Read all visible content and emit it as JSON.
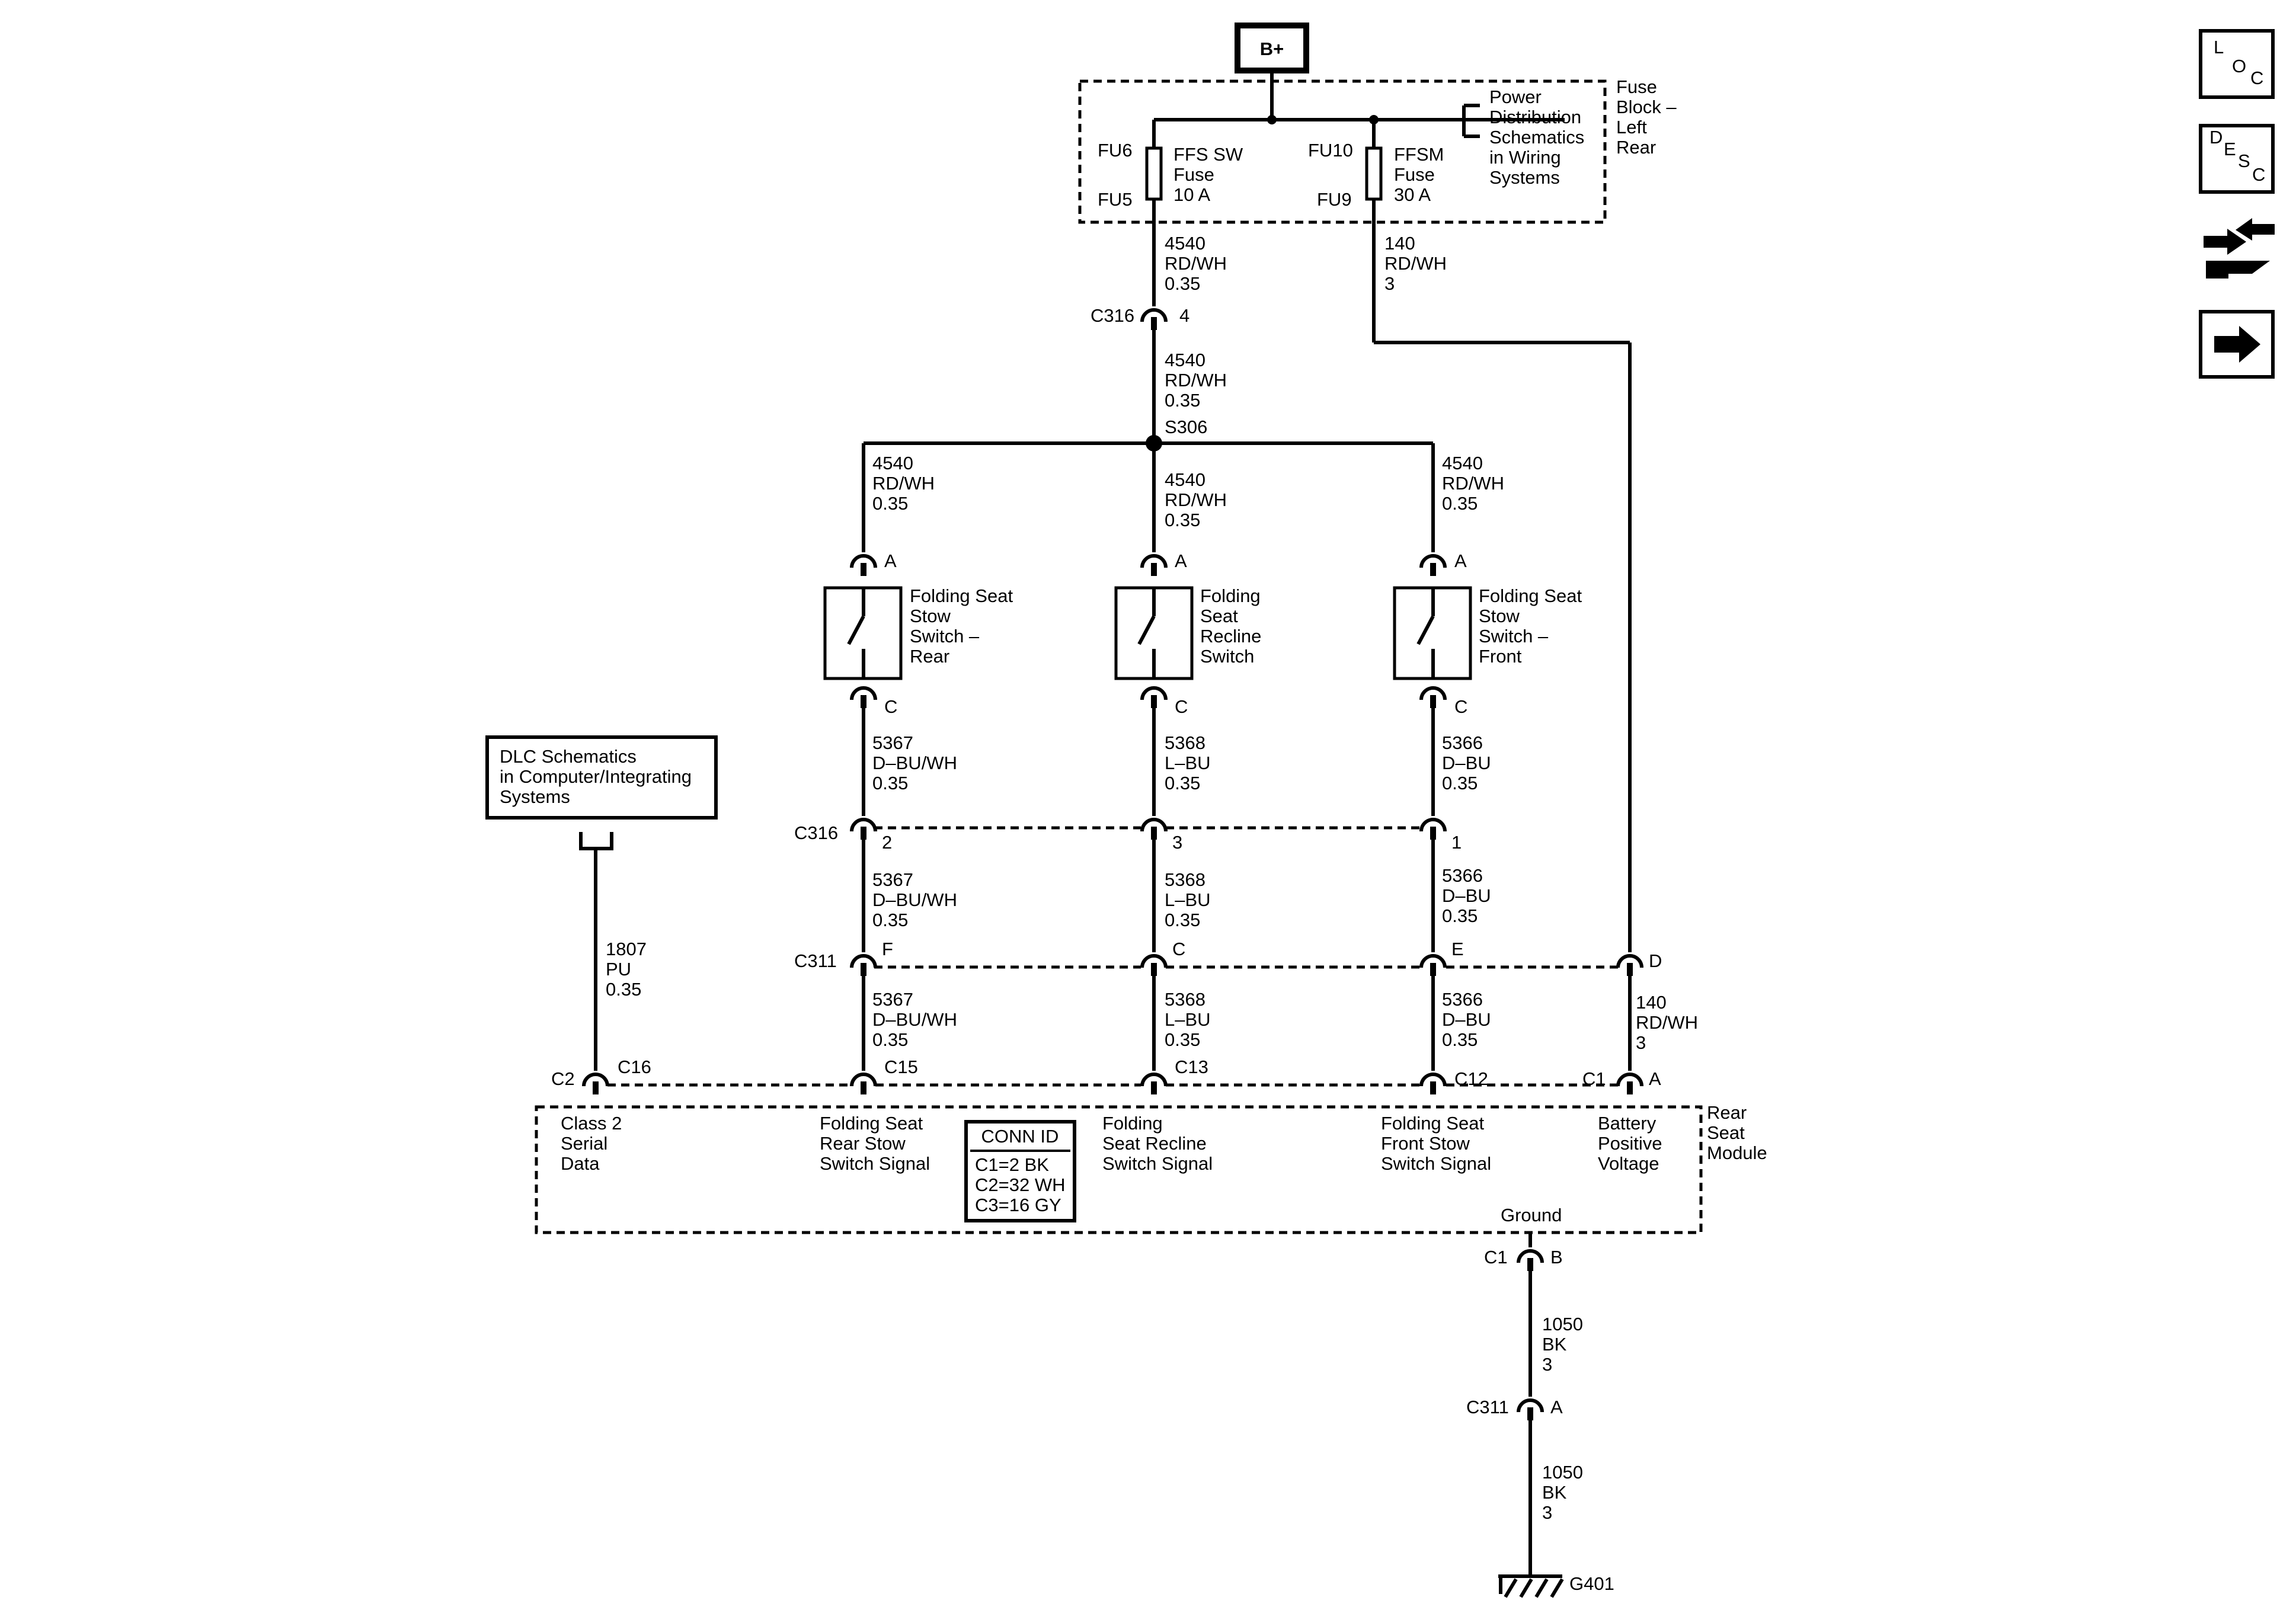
{
  "power": {
    "bplus": "B+"
  },
  "fuse_block": {
    "title": [
      "Fuse",
      "Block –",
      "Left",
      "Rear"
    ],
    "fuse1": {
      "top_pin": "FU6",
      "bottom_pin": "FU5",
      "label": [
        "FFS SW",
        "Fuse",
        "10 A"
      ]
    },
    "fuse2": {
      "top_pin": "FU10",
      "bottom_pin": "FU9",
      "label": [
        "FFSM",
        "Fuse",
        "30 A"
      ]
    },
    "power_ref": [
      "Power",
      "Distribution",
      "Schematics",
      "in Wiring",
      "Systems"
    ]
  },
  "wires": {
    "w4540_a": [
      "4540",
      "RD/WH",
      "0.35"
    ],
    "w4540_b": [
      "4540",
      "RD/WH",
      "0.35"
    ],
    "w4540_left": [
      "4540",
      "RD/WH",
      "0.35"
    ],
    "w4540_mid": [
      "4540",
      "RD/WH",
      "0.35"
    ],
    "w4540_right": [
      "4540",
      "RD/WH",
      "0.35"
    ],
    "w140_top": [
      "140",
      "RD/WH",
      "3"
    ],
    "w5367_1": [
      "5367",
      "D–BU/WH",
      "0.35"
    ],
    "w5368_1": [
      "5368",
      "L–BU",
      "0.35"
    ],
    "w5366_1": [
      "5366",
      "D–BU",
      "0.35"
    ],
    "w5367_2": [
      "5367",
      "D–BU/WH",
      "0.35"
    ],
    "w5368_2": [
      "5368",
      "L–BU",
      "0.35"
    ],
    "w5366_2": [
      "5366",
      "D–BU",
      "0.35"
    ],
    "w5367_3": [
      "5367",
      "D–BU/WH",
      "0.35"
    ],
    "w5368_3": [
      "5368",
      "L–BU",
      "0.35"
    ],
    "w5366_3": [
      "5366",
      "D–BU",
      "0.35"
    ],
    "w140_bot": [
      "140",
      "RD/WH",
      "3"
    ],
    "w1807": [
      "1807",
      "PU",
      "0.35"
    ],
    "w1050_a": [
      "1050",
      "BK",
      "3"
    ],
    "w1050_b": [
      "1050",
      "BK",
      "3"
    ]
  },
  "connectors": {
    "c316_top": {
      "name": "C316",
      "pin": "4"
    },
    "s306": "S306",
    "sw_rear_top": "A",
    "sw_recline_top": "A",
    "sw_front_top": "A",
    "sw_rear_bot": "C",
    "sw_recline_bot": "C",
    "sw_front_bot": "C",
    "c316_mid": {
      "name": "C316",
      "pins": [
        "2",
        "3",
        "1"
      ]
    },
    "c311": {
      "name": "C311",
      "pins": [
        "F",
        "C",
        "E",
        "D"
      ]
    },
    "module_pins": {
      "c2": "C2",
      "c16": "C16",
      "c15": "C15",
      "c13": "C13",
      "c12": "C12",
      "c1": "C1",
      "a": "A"
    },
    "ground_c1": {
      "name": "C1",
      "pin": "B"
    },
    "ground_c311": {
      "name": "C311",
      "pin": "A"
    },
    "ground": "G401"
  },
  "switches": {
    "rear": [
      "Folding Seat",
      "Stow",
      "Switch –",
      "Rear"
    ],
    "recline": [
      "Folding",
      "Seat",
      "Recline",
      "Switch"
    ],
    "front": [
      "Folding Seat",
      "Stow",
      "Switch –",
      "Front"
    ]
  },
  "dlc_ref": [
    "DLC Schematics",
    "in Computer/Integrating",
    "Systems"
  ],
  "module": {
    "title": [
      "Rear",
      "Seat",
      "Module"
    ],
    "ground_label": "Ground",
    "signals": {
      "class2": [
        "Class 2",
        "Serial",
        "Data"
      ],
      "rear_stow": [
        "Folding Seat",
        "Rear Stow",
        "Switch Signal"
      ],
      "recline": [
        "Folding",
        "Seat Recline",
        "Switch Signal"
      ],
      "front_stow": [
        "Folding Seat",
        "Front Stow",
        "Switch Signal"
      ],
      "battery": [
        "Battery",
        "Positive",
        "Voltage"
      ]
    },
    "conn_id": {
      "title": "CONN ID",
      "lines": [
        "C1=2 BK",
        "C2=32 WH",
        "C3=16 GY"
      ]
    }
  },
  "nav": {
    "loc": [
      "L",
      "O",
      "C"
    ],
    "desc": [
      "D",
      "E",
      "S",
      "C"
    ],
    "icons": [
      "loc-icon",
      "desc-icon",
      "connector-tool-icon",
      "next-arrow-icon"
    ]
  }
}
